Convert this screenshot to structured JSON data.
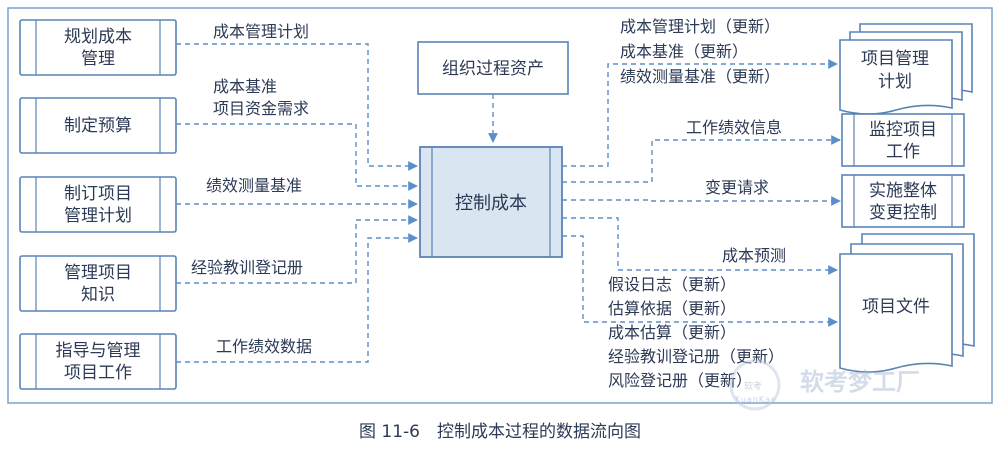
{
  "inputs": [
    {
      "lines": [
        "规划成本",
        "管理"
      ]
    },
    {
      "lines": [
        "制定预算"
      ]
    },
    {
      "lines": [
        "制订项目",
        "管理计划"
      ]
    },
    {
      "lines": [
        "管理项目",
        "知识"
      ]
    },
    {
      "lines": [
        "指导与管理",
        "项目工作"
      ]
    }
  ],
  "input_flow_labels": [
    {
      "lines": [
        "成本管理计划"
      ]
    },
    {
      "lines": [
        "成本基准",
        "项目资金需求"
      ]
    },
    {
      "lines": [
        "绩效测量基准"
      ]
    },
    {
      "lines": [
        "经验教训登记册"
      ]
    },
    {
      "lines": [
        "工作绩效数据"
      ]
    }
  ],
  "top_input": {
    "lines": [
      "组织过程资产"
    ]
  },
  "process": {
    "label": "控制成本"
  },
  "outputs": [
    {
      "lines": [
        "项目管理",
        "计划"
      ]
    },
    {
      "lines": [
        "监控项目",
        "工作"
      ]
    },
    {
      "lines": [
        "实施整体",
        "变更控制"
      ]
    },
    {
      "lines": [
        "项目文件"
      ]
    }
  ],
  "output_flow_labels": [
    {
      "lines": [
        "成本管理计划（更新）",
        "成本基准（更新）",
        "绩效测量基准（更新）"
      ]
    },
    {
      "lines": [
        "工作绩效信息"
      ]
    },
    {
      "lines": [
        "变更请求"
      ]
    },
    {
      "lines": [
        "成本预测"
      ]
    },
    {
      "lines": [
        "假设日志（更新）",
        "估算依据（更新）",
        "成本估算（更新）",
        "经验教训登记册（更新）",
        "风险登记册（更新）"
      ]
    }
  ],
  "caption": "图 11-6　控制成本过程的数据流向图",
  "watermark": {
    "text": "软考梦工厂",
    "small": "软考",
    "sub": "KuanKao"
  },
  "colors": {
    "border": "#5a83b5",
    "flow": "#5b8fc9",
    "center_fill": "#d9e6f2",
    "text": "#2c3a55"
  }
}
